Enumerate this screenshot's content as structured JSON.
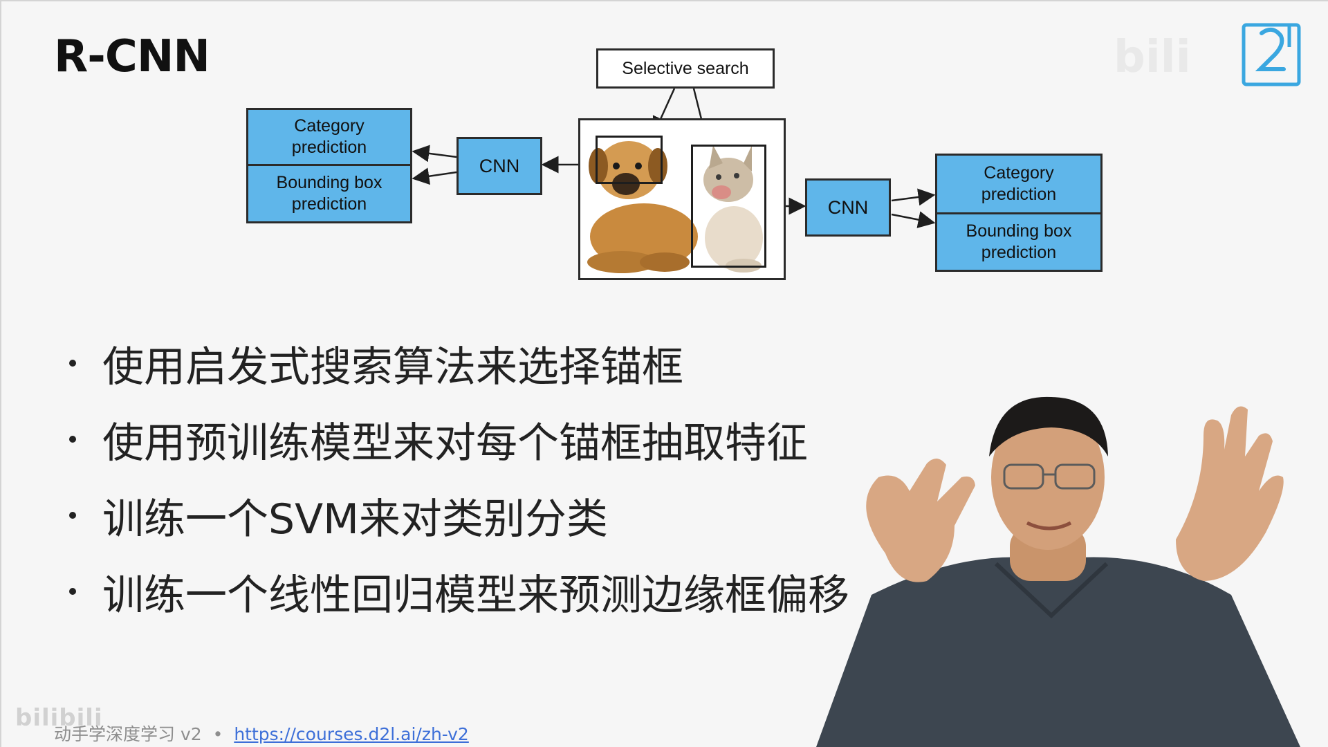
{
  "slide": {
    "title": "R-CNN"
  },
  "diagram": {
    "selective_search": "Selective search",
    "left_cnn": "CNN",
    "right_cnn": "CNN",
    "left_outputs": {
      "category": "Category\nprediction",
      "bbox": "Bounding box\nprediction"
    },
    "right_outputs": {
      "category": "Category\nprediction",
      "bbox": "Bounding box\nprediction"
    }
  },
  "bullets": [
    "使用启发式搜索算法来选择锚框",
    "使用预训练模型来对每个锚框抽取特征",
    "训练一个SVM来对类别分类",
    "训练一个线性回归模型来预测边缘框偏移"
  ],
  "footer": {
    "course": "动手学深度学习 v2",
    "separator": "•",
    "link": "https://courses.d2l.ai/zh-v2"
  },
  "watermarks": {
    "bottom_left": "bilibili",
    "top_right": "bili"
  },
  "colors": {
    "box_blue": "#5fb6ea",
    "link_blue": "#3d6fd8",
    "background": "#f6f6f6"
  }
}
